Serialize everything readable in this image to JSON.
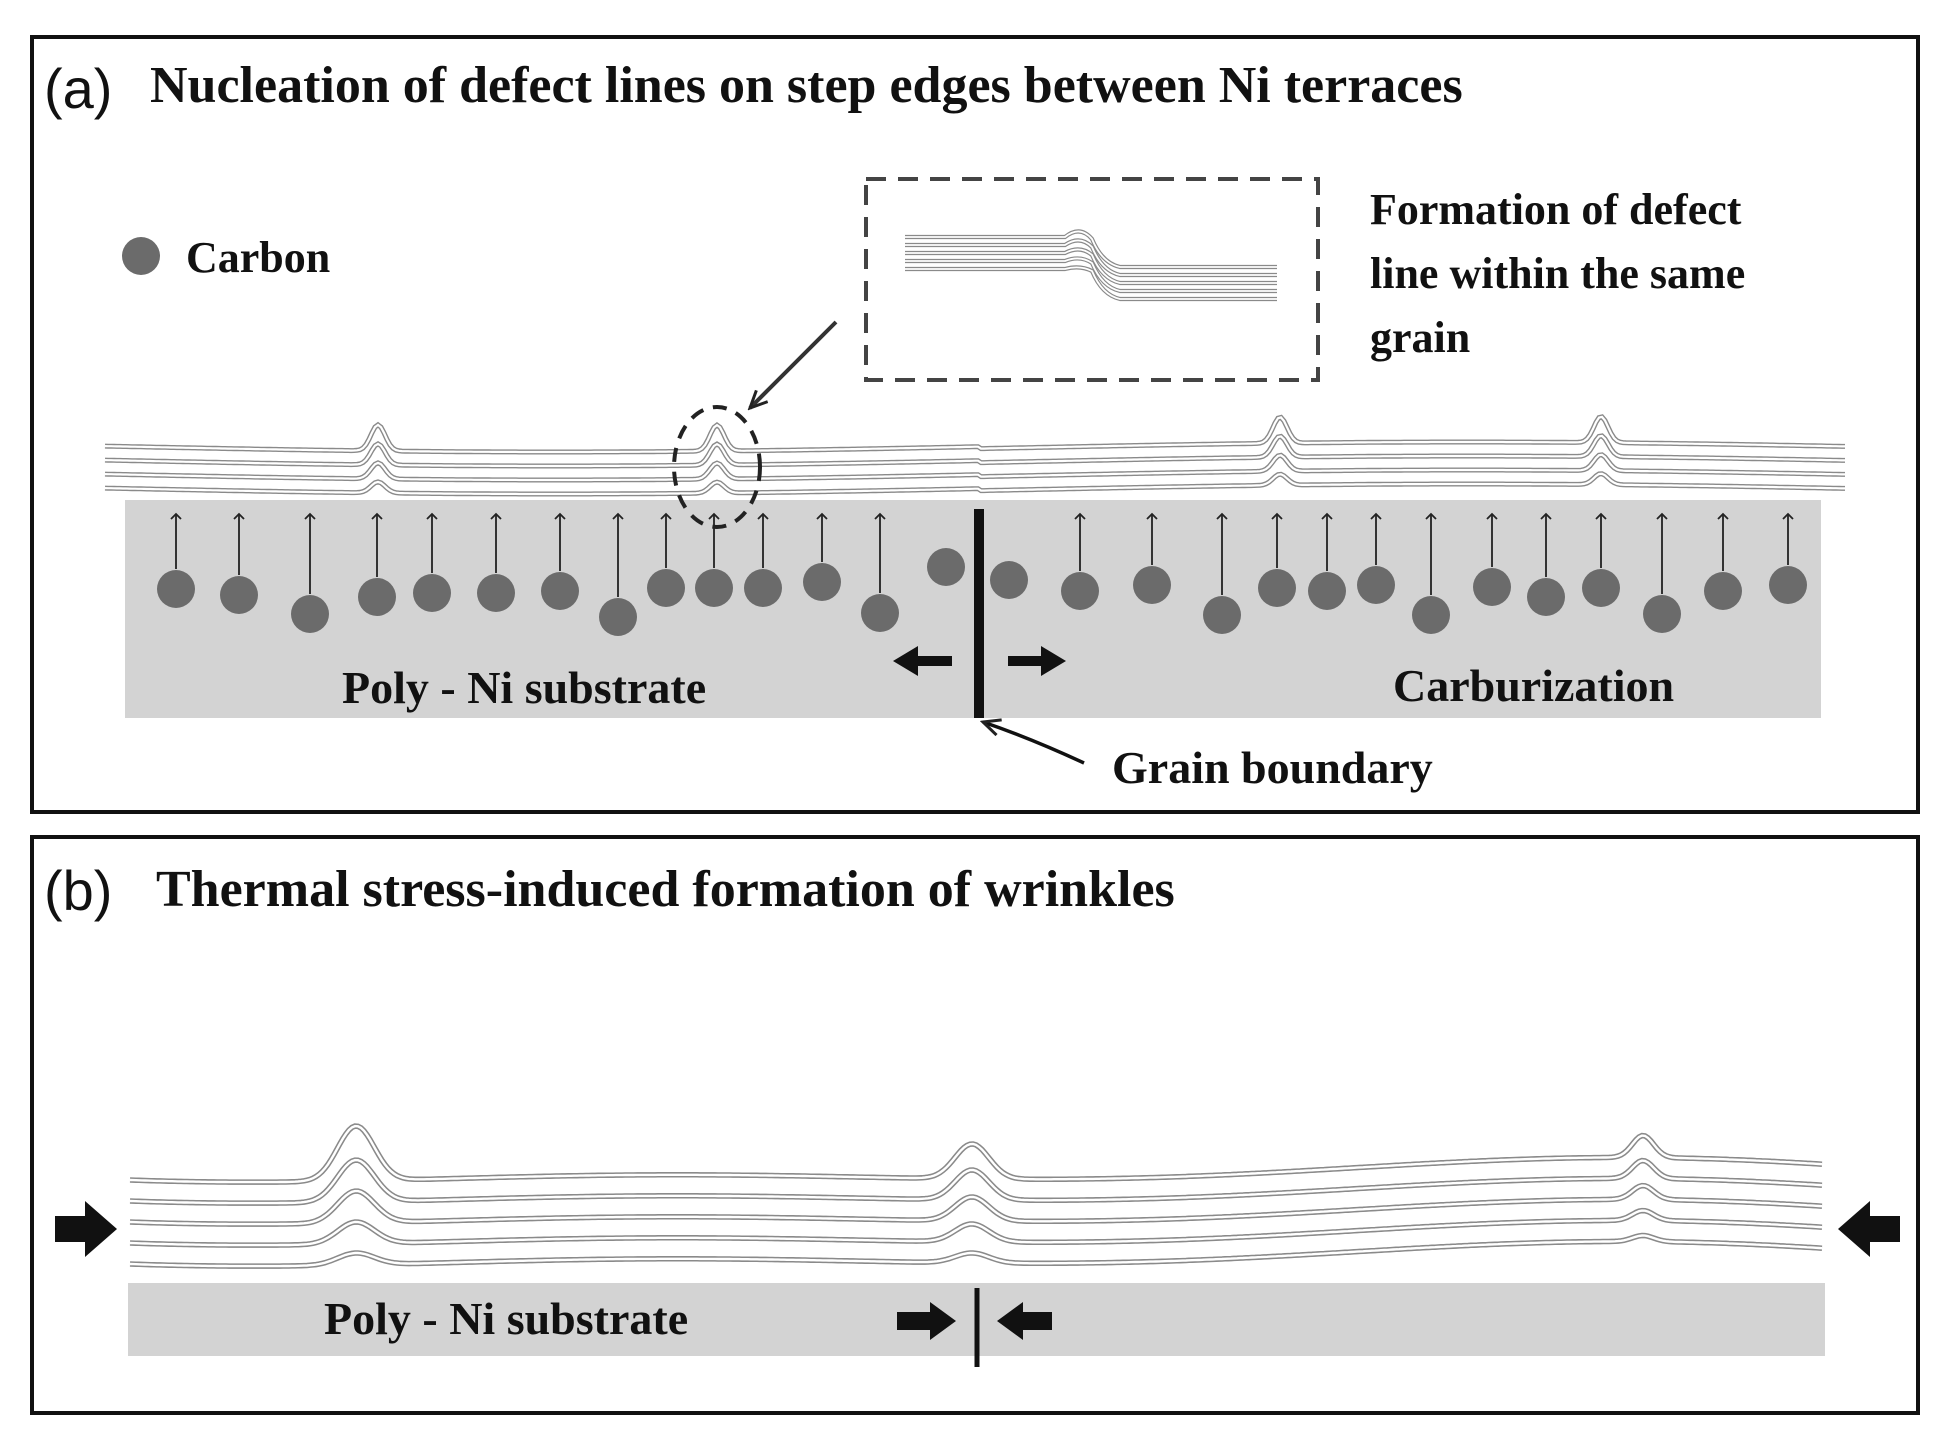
{
  "panel_a": {
    "tag": "(a)",
    "title": "Nucleation of defect lines on step edges between Ni terraces",
    "legend_label": "Carbon",
    "inset_caption": [
      "Formation of defect",
      "line within the same",
      "grain"
    ],
    "substrate_label": "Poly - Ni substrate",
    "process_label": "Carburization",
    "boundary_label": "Grain boundary"
  },
  "panel_b": {
    "tag": "(b)",
    "title": "Thermal stress-induced formation of wrinkles",
    "substrate_label": "Poly - Ni substrate"
  },
  "colors": {
    "frame": "#111111",
    "substrate": "#d3d3d3",
    "carbon": "#6b6b6b",
    "graphene_line": "#555555",
    "arrow": "#111111"
  }
}
